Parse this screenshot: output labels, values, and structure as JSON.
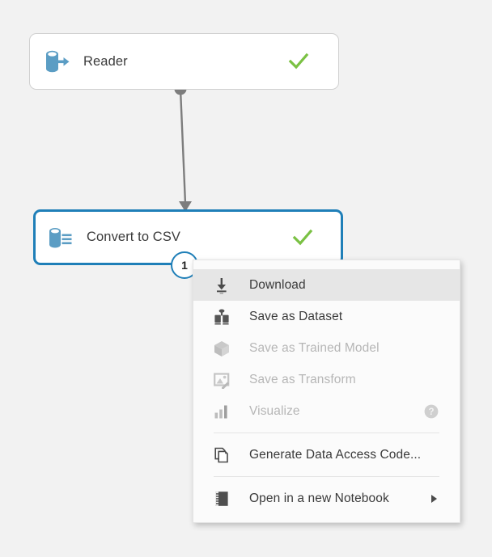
{
  "canvas": {
    "background": "#f2f2f2",
    "accent_blue": "#1f7fb8",
    "node_icon_blue": "#5b9dc4",
    "check_green": "#7ac143",
    "connector_gray": "#7d7d7d"
  },
  "pipeline": {
    "nodes": [
      {
        "id": "reader",
        "label": "Reader",
        "icon": "database-export-icon",
        "status_icon": "green-check-icon",
        "selected": false
      },
      {
        "id": "convert-to-csv",
        "label": "Convert to CSV",
        "icon": "database-list-icon",
        "status_icon": "green-check-icon",
        "selected": true
      }
    ],
    "output_port": {
      "label": "1",
      "name": "output-port-badge"
    },
    "connector": {
      "from": "reader",
      "to": "convert-to-csv",
      "arrow": "down-arrowhead"
    }
  },
  "context_menu": {
    "items": [
      {
        "label": "Download",
        "icon": "download-icon",
        "disabled": false,
        "highlighted": true,
        "separator_after": false,
        "has_submenu": false,
        "has_help": false
      },
      {
        "label": "Save as Dataset",
        "icon": "dataset-icon",
        "disabled": false,
        "highlighted": false,
        "separator_after": false,
        "has_submenu": false,
        "has_help": false
      },
      {
        "label": "Save as Trained Model",
        "icon": "cube-icon",
        "disabled": true,
        "highlighted": false,
        "separator_after": false,
        "has_submenu": false,
        "has_help": false
      },
      {
        "label": "Save as Transform",
        "icon": "transform-icon",
        "disabled": true,
        "highlighted": false,
        "separator_after": false,
        "has_submenu": false,
        "has_help": false
      },
      {
        "label": "Visualize",
        "icon": "bar-chart-icon",
        "disabled": true,
        "highlighted": false,
        "separator_after": true,
        "has_submenu": false,
        "has_help": true,
        "help_icon": "help-circle-icon"
      },
      {
        "label": "Generate Data Access Code...",
        "icon": "copy-pages-icon",
        "disabled": false,
        "highlighted": false,
        "separator_after": true,
        "has_submenu": false,
        "has_help": false
      },
      {
        "label": "Open in a new Notebook",
        "icon": "notebook-icon",
        "disabled": false,
        "highlighted": false,
        "separator_after": false,
        "has_submenu": true,
        "submenu_icon": "chevron-right-icon",
        "has_help": false
      }
    ]
  }
}
